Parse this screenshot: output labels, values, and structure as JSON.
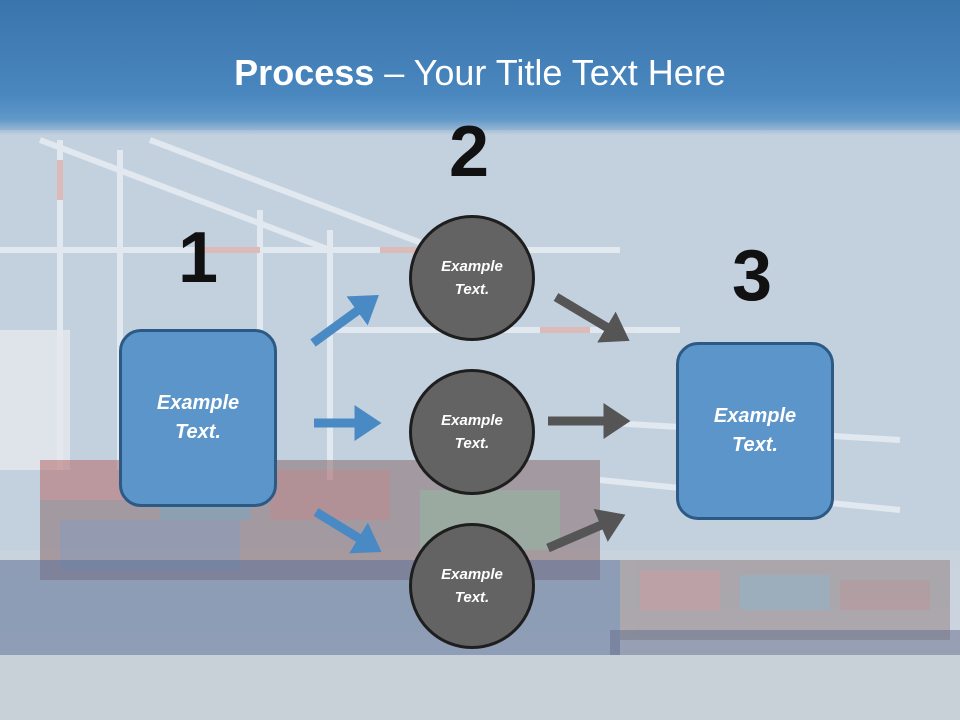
{
  "title": {
    "bold": "Process",
    "rest": " – Your Title Text Here"
  },
  "steps": {
    "one": "1",
    "two": "2",
    "three": "3"
  },
  "left_box": {
    "text": "Example\nText."
  },
  "circles": [
    {
      "text": "Example\nText."
    },
    {
      "text": "Example\nText."
    },
    {
      "text": "Example\nText."
    }
  ],
  "right_box": {
    "text": "Example\nText."
  },
  "colors": {
    "blue_arrow": "#4a8ac4",
    "gray_arrow": "#555555",
    "box_fill": "#5b95c9",
    "circle_fill": "#636363"
  }
}
